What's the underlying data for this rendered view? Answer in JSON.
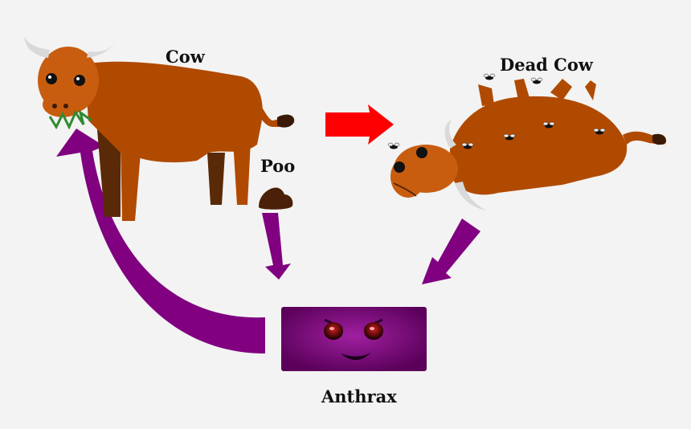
{
  "diagram": {
    "title": "",
    "nodes": {
      "cow": {
        "label": "Cow"
      },
      "dead_cow": {
        "label": "Dead Cow"
      },
      "poo": {
        "label": "Poo"
      },
      "anthrax": {
        "label": "Anthrax"
      }
    },
    "edges": [
      {
        "from": "cow",
        "to": "dead_cow",
        "color": "#ff0000"
      },
      {
        "from": "poo",
        "to": "anthrax",
        "color": "#800080"
      },
      {
        "from": "dead_cow",
        "to": "anthrax",
        "color": "#800080"
      },
      {
        "from": "anthrax",
        "to": "cow",
        "color": "#800080"
      }
    ],
    "colors": {
      "cow_body": "#b04a00",
      "cow_head": "#c85d10",
      "cow_legs_back": "#5a2a08",
      "horn": "#d9d9d9",
      "anthrax_box": "#6a0a6a",
      "arrow_purple": "#800080",
      "arrow_red": "#ff0000",
      "poo": "#4a2008",
      "grass": "#2f8a2f"
    }
  }
}
